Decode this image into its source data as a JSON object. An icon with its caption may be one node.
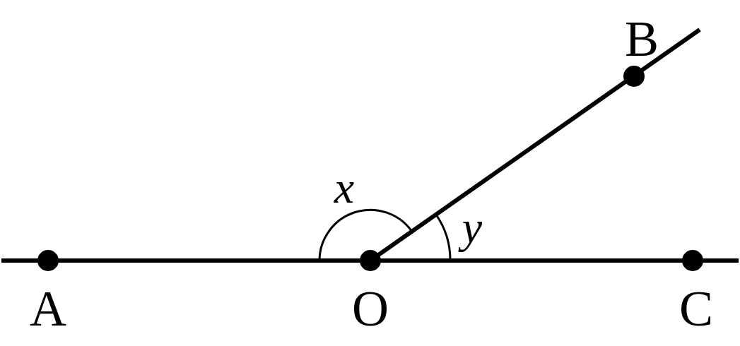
{
  "diagram": {
    "labels": [
      "B",
      "x",
      "y",
      "A",
      "O",
      "C"
    ]
  }
}
